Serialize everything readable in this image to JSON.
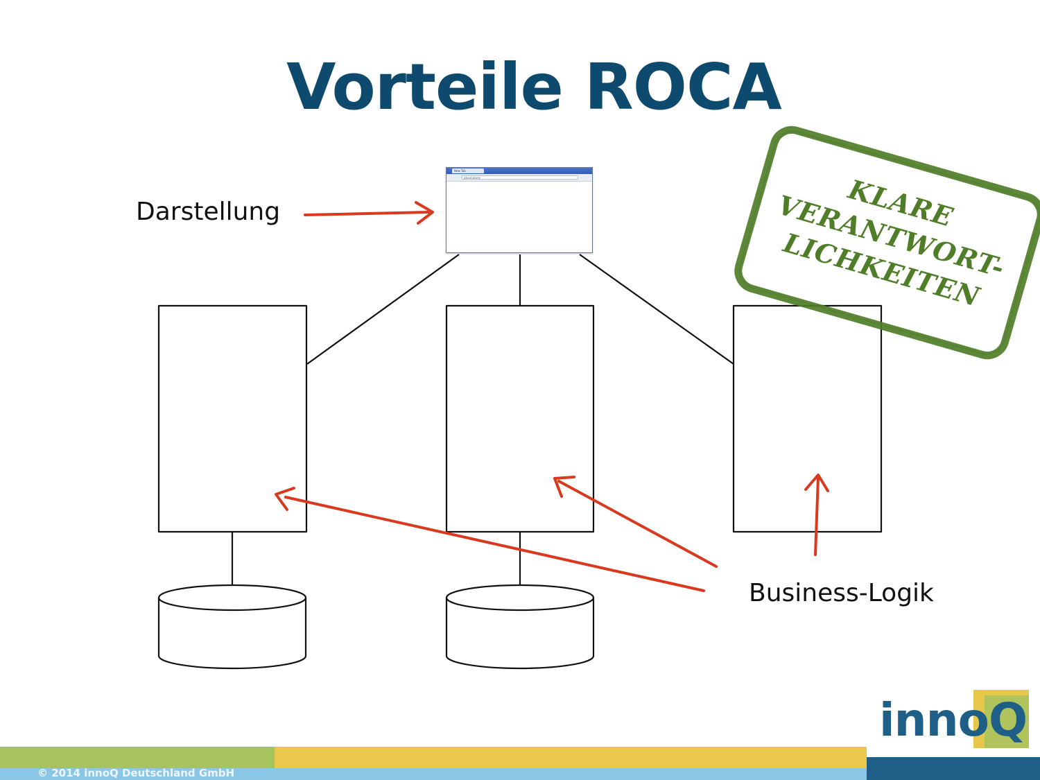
{
  "slide": {
    "title": "Vorteile ROCA",
    "title_color": "#0d4a6e"
  },
  "diagram": {
    "label_presentation": "Darstellung",
    "label_business": "Business-Logik",
    "arrow_color": "#d93a1f",
    "line_color": "#111111",
    "browser": {
      "tab_text": "New Tab",
      "address_text": "about:blank"
    }
  },
  "stamp": {
    "lines": [
      "Klare",
      "Verantwort-",
      "lichkeiten"
    ],
    "color": "#4f7d28"
  },
  "logo": {
    "text_inno": "inno",
    "text_q": "Q"
  },
  "footer": {
    "copyright": "© 2014 innoQ Deutschland GmbH"
  }
}
